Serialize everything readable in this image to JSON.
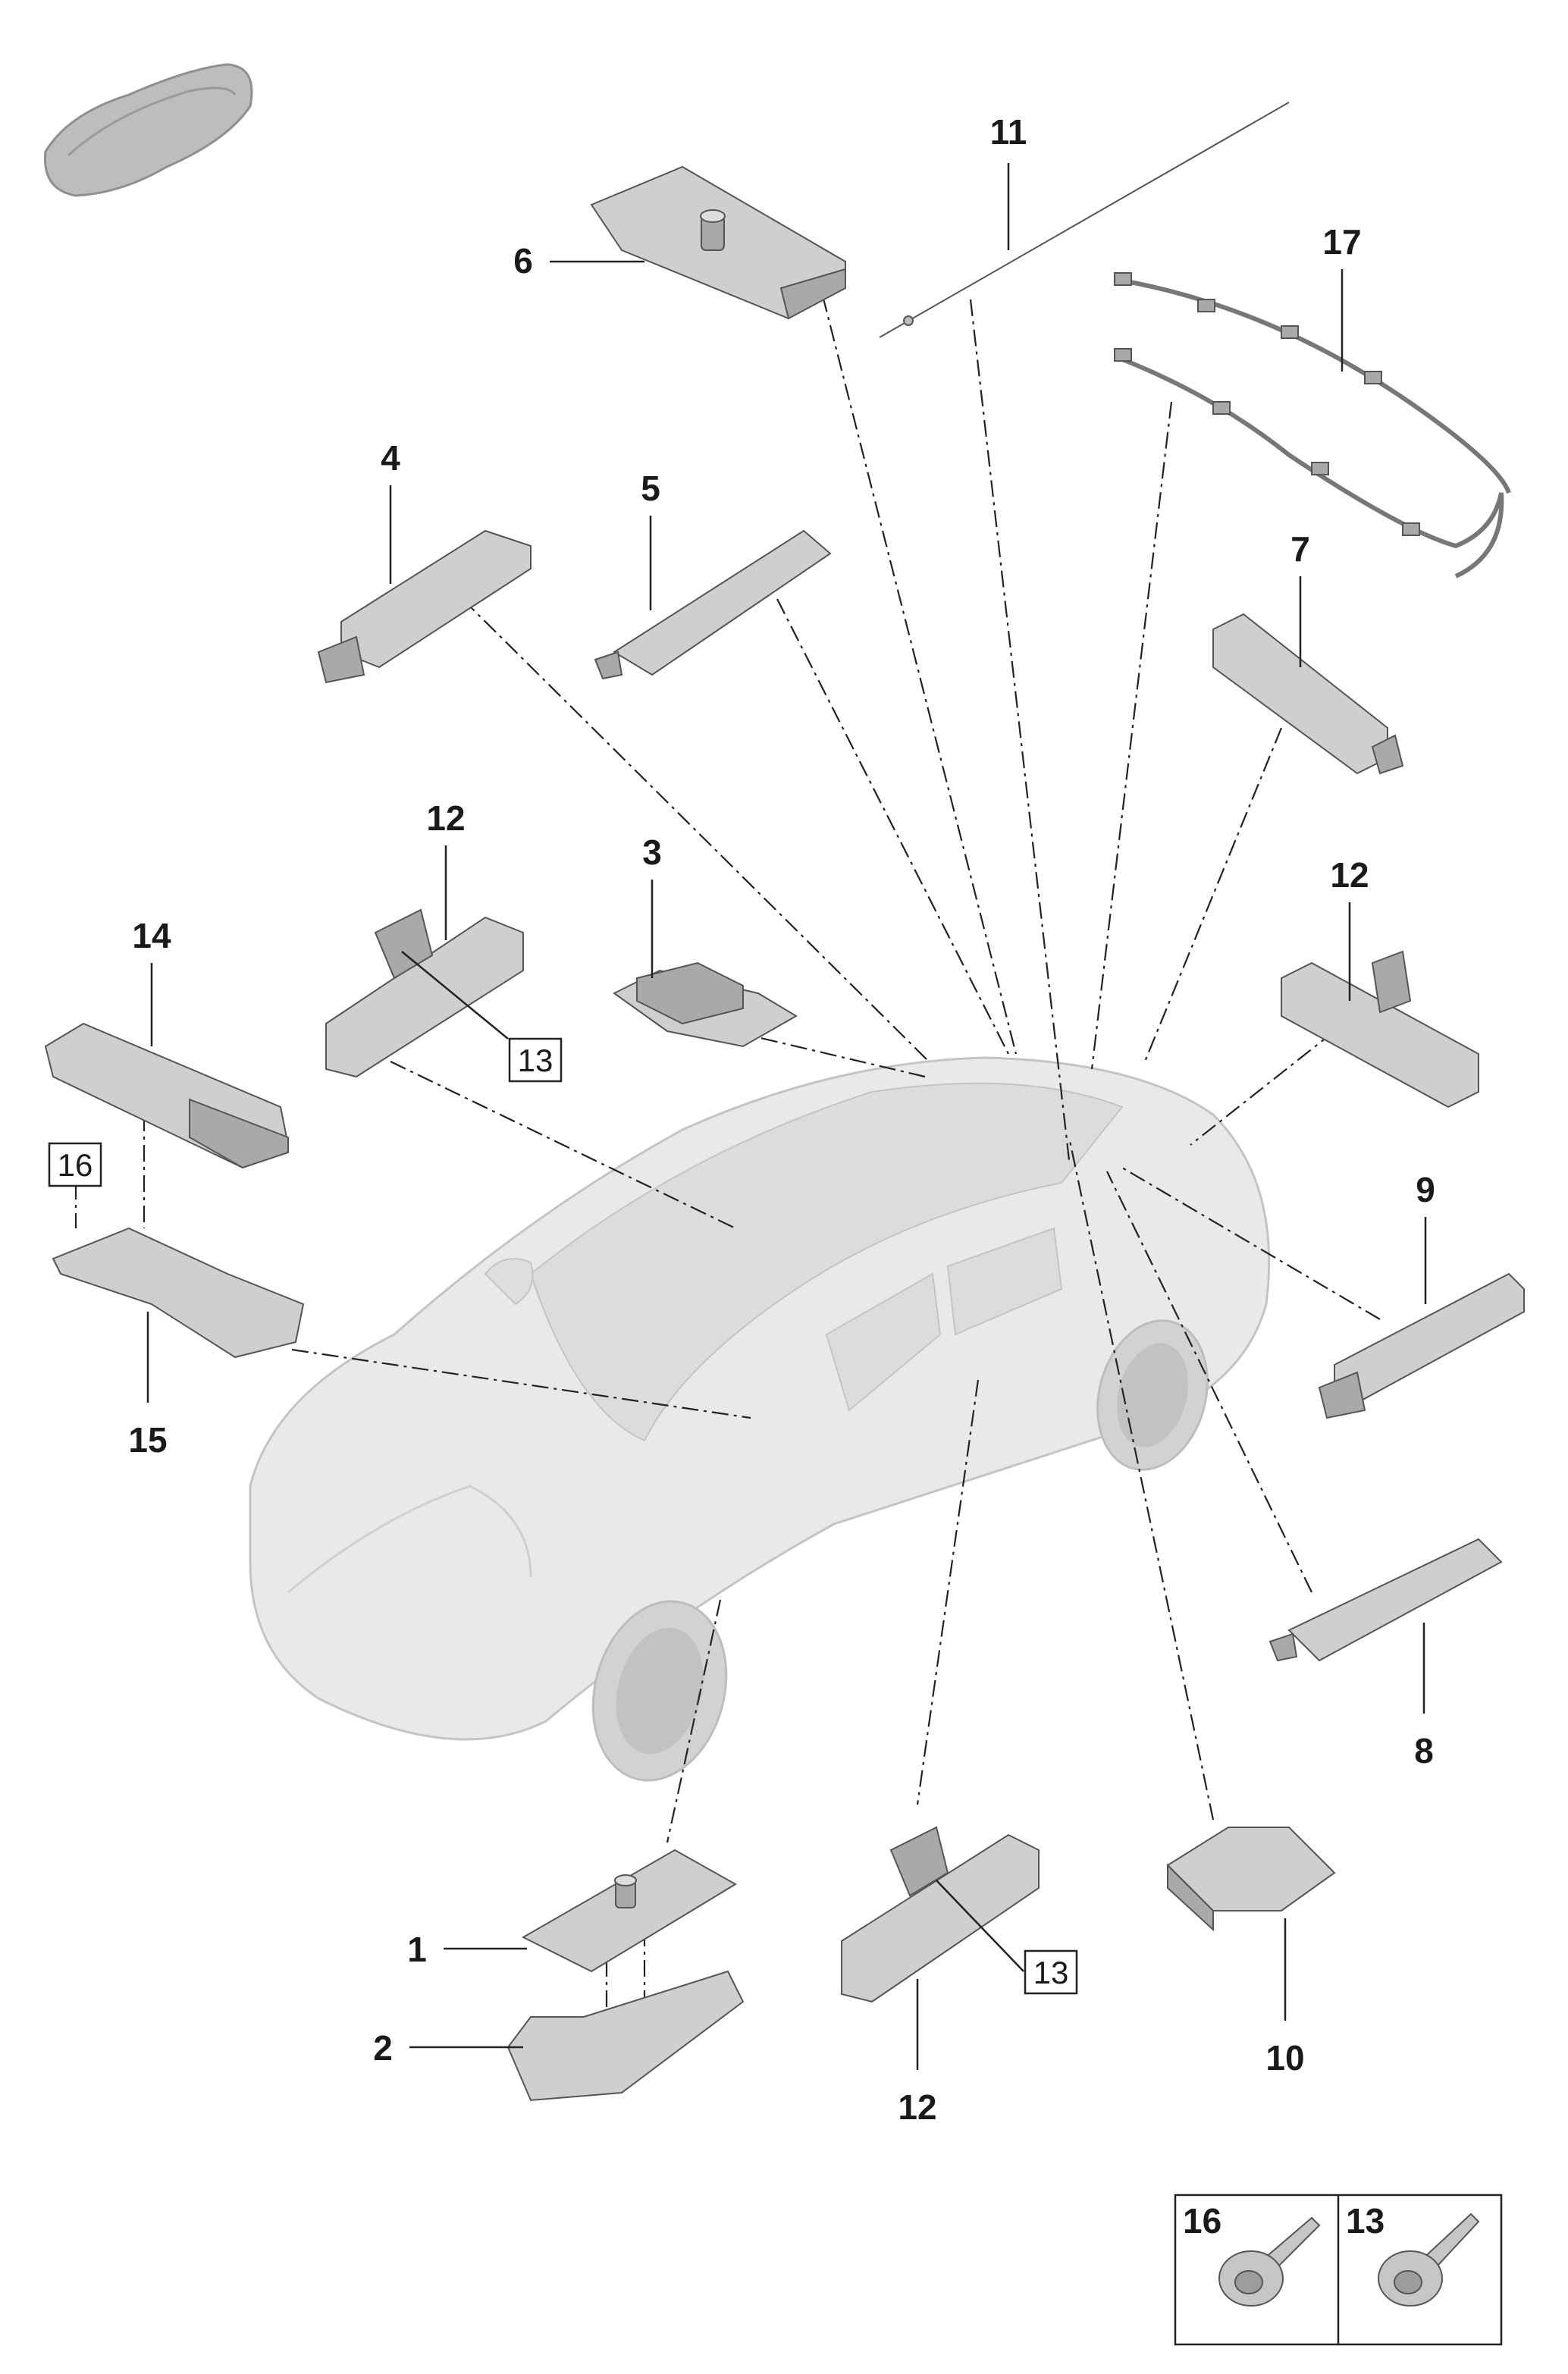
{
  "diagram": {
    "callouts": [
      {
        "id": "c1",
        "label": "1"
      },
      {
        "id": "c2",
        "label": "2"
      },
      {
        "id": "c3",
        "label": "3"
      },
      {
        "id": "c4",
        "label": "4"
      },
      {
        "id": "c5",
        "label": "5"
      },
      {
        "id": "c6",
        "label": "6"
      },
      {
        "id": "c7",
        "label": "7"
      },
      {
        "id": "c8",
        "label": "8"
      },
      {
        "id": "c9",
        "label": "9"
      },
      {
        "id": "c10",
        "label": "10"
      },
      {
        "id": "c11",
        "label": "11"
      },
      {
        "id": "c12a",
        "label": "12"
      },
      {
        "id": "c12b",
        "label": "12"
      },
      {
        "id": "c12c",
        "label": "12"
      },
      {
        "id": "c14",
        "label": "14"
      },
      {
        "id": "c15",
        "label": "15"
      },
      {
        "id": "c17",
        "label": "17"
      }
    ],
    "boxed_callouts": [
      {
        "id": "b13a",
        "label": "13"
      },
      {
        "id": "b13b",
        "label": "13"
      },
      {
        "id": "b16",
        "label": "16"
      }
    ],
    "legend": {
      "cells": [
        {
          "label": "16",
          "icon": "flange-screw-icon"
        },
        {
          "label": "13",
          "icon": "flange-screw-icon"
        }
      ]
    }
  }
}
